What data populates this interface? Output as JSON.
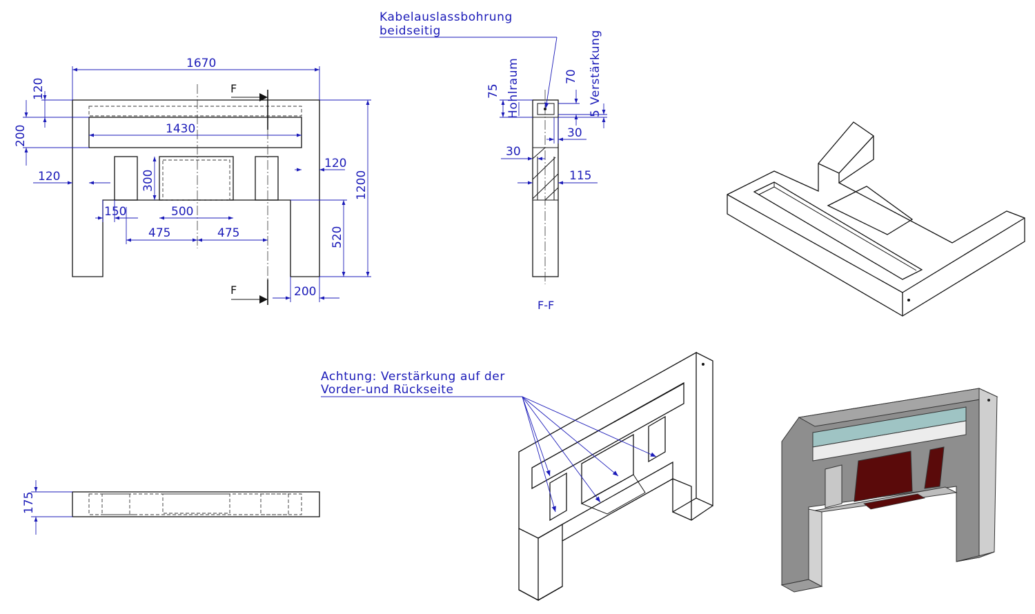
{
  "dimensions": {
    "front_width": "1670",
    "front_top_thickness": "120",
    "front_opening_height": "200",
    "front_opening_width": "1430",
    "front_left_offset": "120",
    "front_right_offset": "120",
    "front_inner_height": "300",
    "front_total_height": "1200",
    "front_leg_gap": "150",
    "front_center_box": "500",
    "front_left_spacing": "475",
    "front_right_spacing": "475",
    "front_shelf_height": "520",
    "front_leg_width": "200",
    "section_hollow_height": "75",
    "section_reinforce_70": "70",
    "section_reinforce_5": "5",
    "section_offset_30_top": "30",
    "section_offset_30_left": "30",
    "section_depth": "115",
    "top_view_depth": "175"
  },
  "labels": {
    "section_marker_top": "F",
    "section_marker_bottom": "F",
    "section_title": "F-F",
    "hollow_space": "Hohlraum",
    "reinforcement": "Verstärkung",
    "cable_note_line1": "Kabelauslassbohrung",
    "cable_note_line2": "beidseitig",
    "warning_line1": "Achtung: Verstärkung auf der",
    "warning_line2": "Vorder-und Rückseite"
  },
  "colors": {
    "line": "#111111",
    "dimension": "#1a1ab8",
    "shaded_face": "#8e8e8e",
    "glass": "#9fc4c4",
    "screen": "#5a0a0a"
  }
}
